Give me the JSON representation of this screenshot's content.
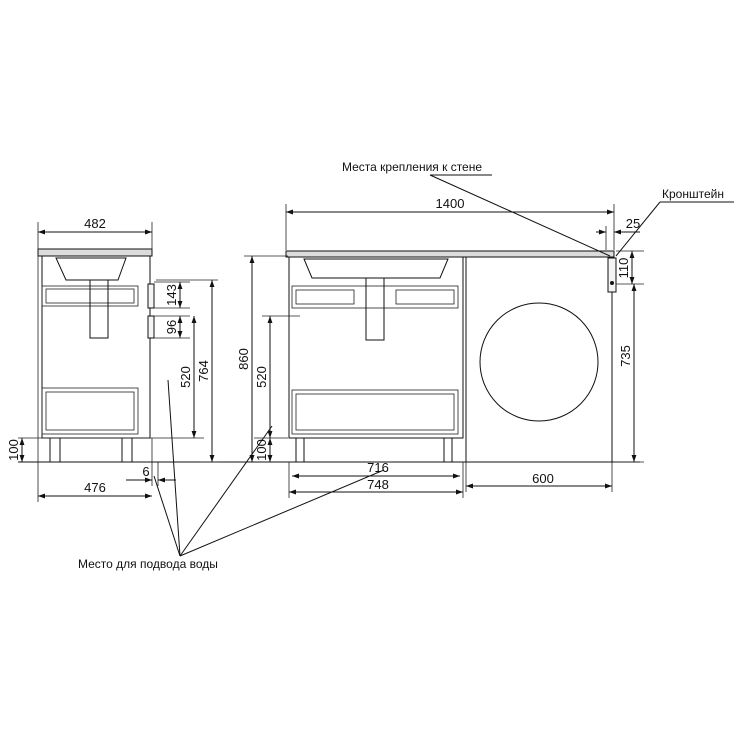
{
  "labels": {
    "wall_mounts": "Места крепления к стене",
    "bracket": "Кронштейн",
    "water_supply": "Место для подвода воды"
  },
  "side_view": {
    "width_top": "482",
    "h_143": "143",
    "h_96": "96",
    "h_520": "520",
    "h_764": "764",
    "h_100": "100",
    "d_6": "6",
    "depth_476": "476"
  },
  "front_view": {
    "width_1400": "1400",
    "w_25": "25",
    "h_110": "110",
    "h_860": "860",
    "h_520": "520",
    "h_100": "100",
    "h_735": "735",
    "w_716": "716",
    "w_748": "748",
    "w_600": "600"
  }
}
